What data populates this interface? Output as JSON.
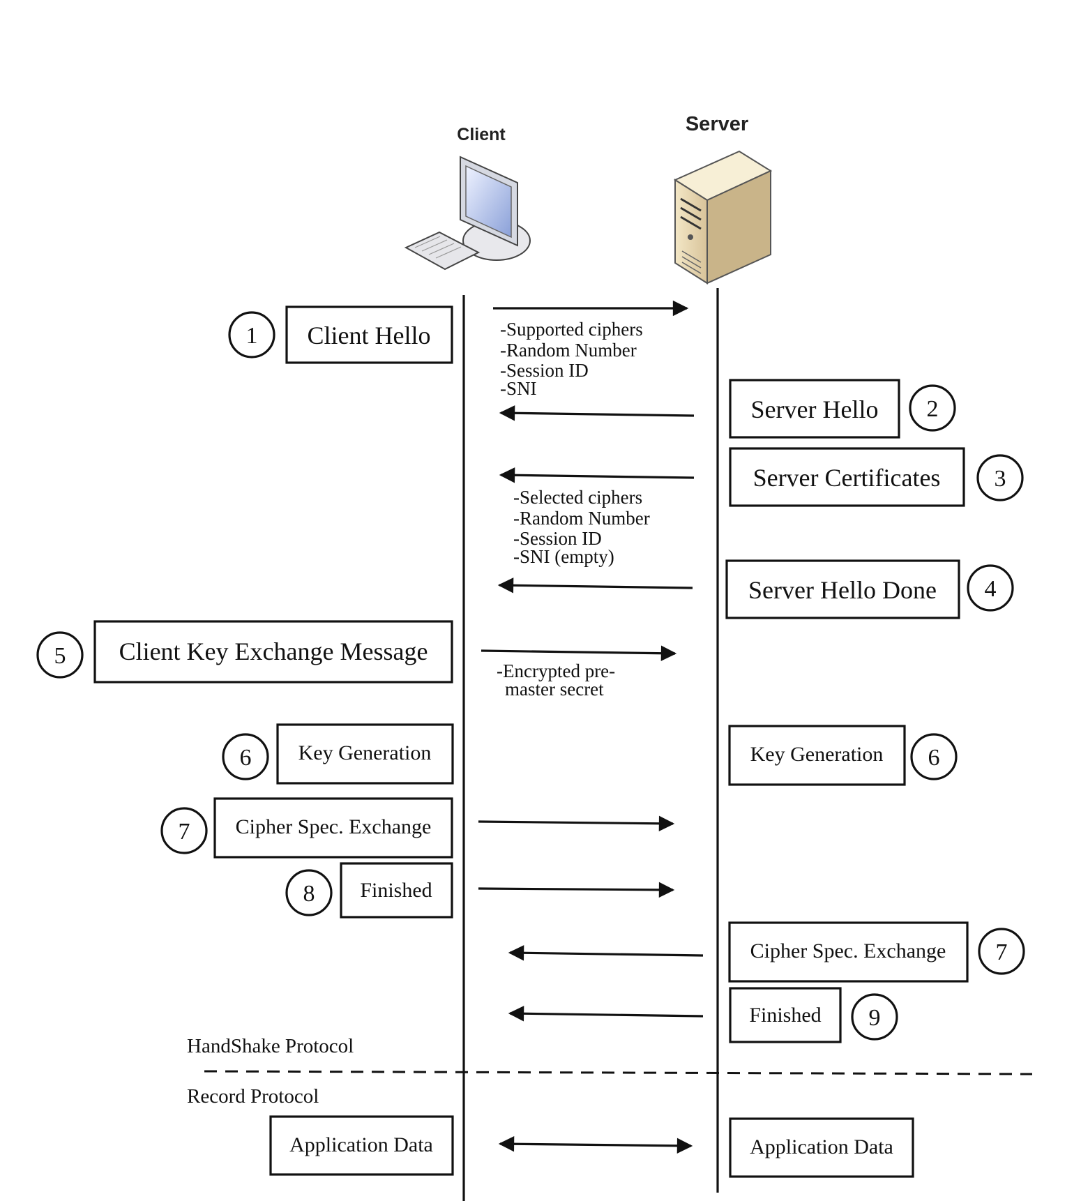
{
  "actors": {
    "client": "Client",
    "server": "Server"
  },
  "icons": {
    "client": "desktop-computer-icon",
    "server": "server-tower-icon"
  },
  "steps": {
    "client_hello": {
      "num": "1",
      "label": "Client Hello"
    },
    "server_hello": {
      "num": "2",
      "label": "Server Hello"
    },
    "server_certificates": {
      "num": "3",
      "label": "Server Certificates"
    },
    "server_hello_done": {
      "num": "4",
      "label": "Server Hello Done"
    },
    "client_key_exchange": {
      "num": "5",
      "label": "Client Key Exchange Message"
    },
    "client_key_generation": {
      "num": "6",
      "label": "Key Generation"
    },
    "server_key_generation": {
      "num": "6",
      "label": "Key Generation"
    },
    "client_cipher_spec": {
      "num": "7",
      "label": "Cipher Spec. Exchange"
    },
    "client_finished": {
      "num": "8",
      "label": "Finished"
    },
    "server_cipher_spec": {
      "num": "7",
      "label": "Cipher Spec. Exchange"
    },
    "server_finished": {
      "num": "9",
      "label": "Finished"
    },
    "client_application_data": {
      "label": "Application Data"
    },
    "server_application_data": {
      "label": "Application Data"
    }
  },
  "notes": {
    "client_hello": [
      "-Supported ciphers",
      "-Random Number",
      "-Session ID",
      "-SNI"
    ],
    "server_hello": [
      "-Selected ciphers",
      "-Random Number",
      "-Session ID",
      "-SNI (empty)"
    ],
    "key_exchange": [
      "-Encrypted pre-",
      "master secret"
    ]
  },
  "sections": {
    "handshake": "HandShake Protocol",
    "record": "Record Protocol"
  }
}
